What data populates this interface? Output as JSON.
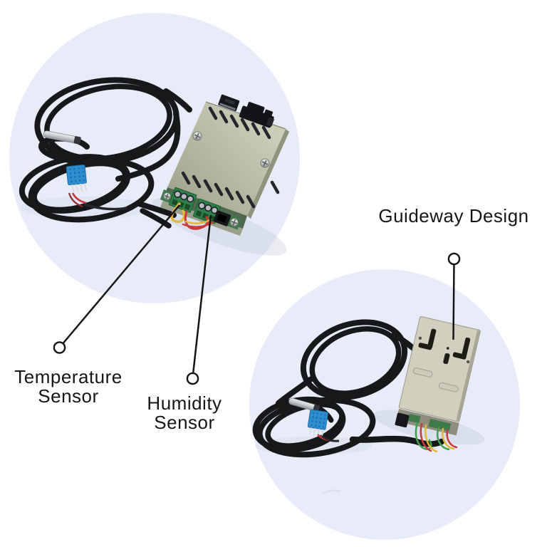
{
  "callouts": {
    "temperature": {
      "label": "Temperature\nSensor"
    },
    "humidity": {
      "label": "Humidity\nSensor"
    },
    "guideway": {
      "label": "Guideway Design"
    }
  },
  "figures": {
    "front_view": "sensor controller module front with screw terminals, coiled black cables, steel temperature probe and blue humidity sensor",
    "back_view": "sensor controller module back shell showing guideway mounting slots, coiled cable, probe and humidity sensor"
  },
  "colors": {
    "background": "#ffffff",
    "backdrop_circle": "#e7ecf8",
    "callout_ink": "#161616",
    "module_case": "#bcbea9",
    "terminal_green": "#2f8048",
    "pcb_green": "#4f6850",
    "sensor_blue": "#2e8fd0",
    "cable_black": "#17181a",
    "wire_yellow": "#e2b93b",
    "wire_red": "#c8393b",
    "wire_green": "#3f9f4b",
    "probe_silver": "#c9cdd1"
  }
}
